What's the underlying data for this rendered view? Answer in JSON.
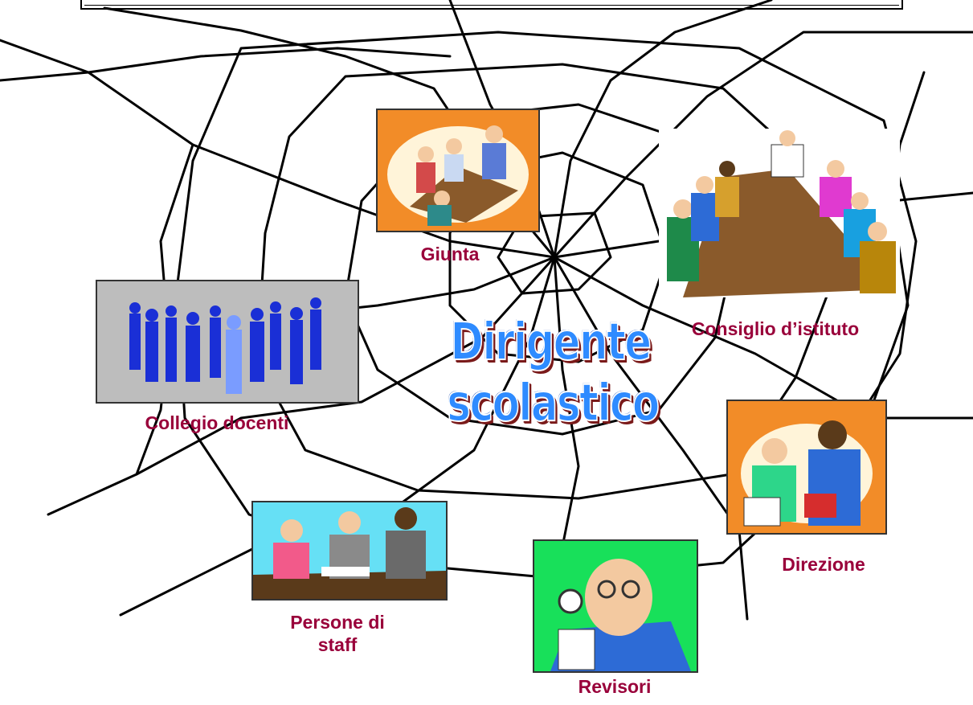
{
  "diagram": {
    "center": {
      "line1": "Dirigente",
      "line2": "scolastico",
      "color": "#2e8bff"
    },
    "nodes": {
      "giunta": {
        "label": "Giunta",
        "image_color": "#f28c28"
      },
      "consiglio": {
        "label": "Consiglio d’istituto"
      },
      "collegio": {
        "label": "Collegio docenti",
        "image_color": "#bdbdbd"
      },
      "direzione": {
        "label": "Direzione",
        "image_color": "#f28c28"
      },
      "staff": {
        "label": "Persone di staff",
        "image_color": "#66e0f5"
      },
      "revisori": {
        "label": "Revisori",
        "image_color": "#18e05a"
      }
    },
    "label_color": "#99003a"
  }
}
